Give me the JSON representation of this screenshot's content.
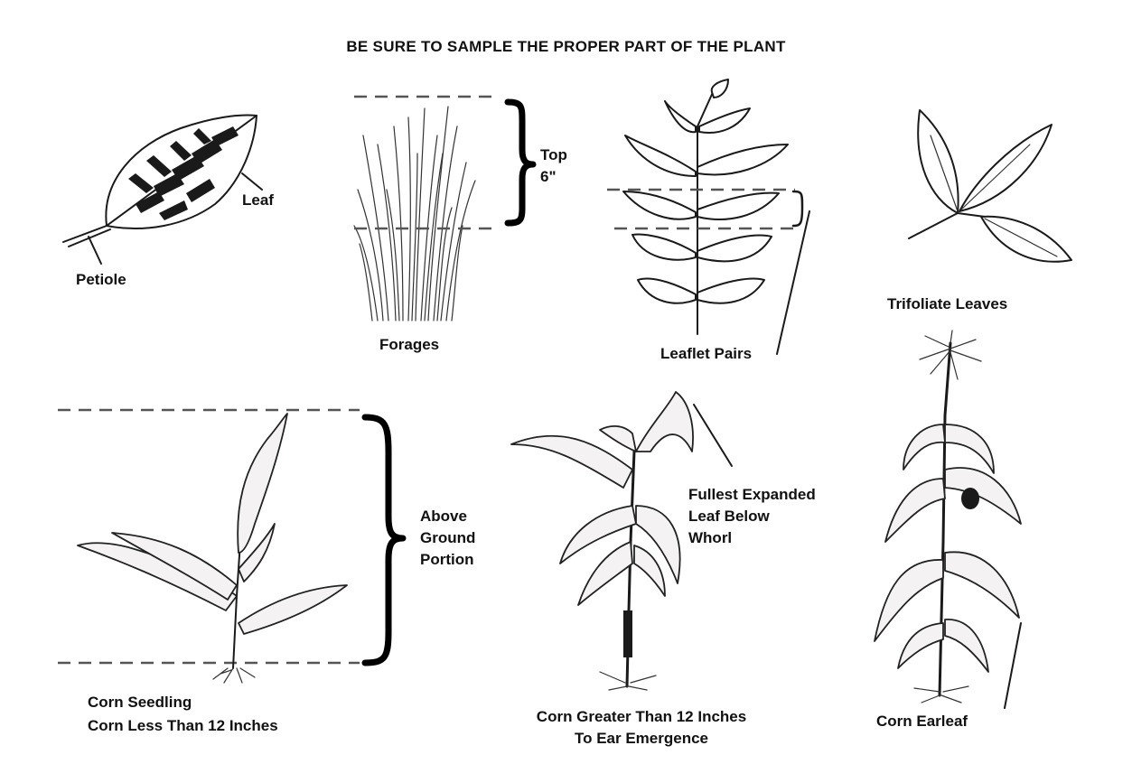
{
  "title": "BE SURE TO SAMPLE THE PROPER PART OF THE PLANT",
  "labels": {
    "leaf": "Leaf",
    "petiole": "Petiole",
    "top6_line1": "Top",
    "top6_line2": "6\"",
    "forages": "Forages",
    "leaflet_pairs": "Leaflet Pairs",
    "trifoliate": "Trifoliate Leaves",
    "above_line1": "Above",
    "above_line2": "Ground",
    "above_line3": "Portion",
    "fullest_line1": "Fullest Expanded",
    "fullest_line2": "Leaf Below",
    "fullest_line3": "Whorl",
    "seedling_line1": "Corn Seedling",
    "seedling_line2": "Corn Less Than 12 Inches",
    "greater_line1": "Corn Greater Than 12 Inches",
    "greater_line2": "To Ear Emergence",
    "earleaf": "Corn Earleaf"
  }
}
